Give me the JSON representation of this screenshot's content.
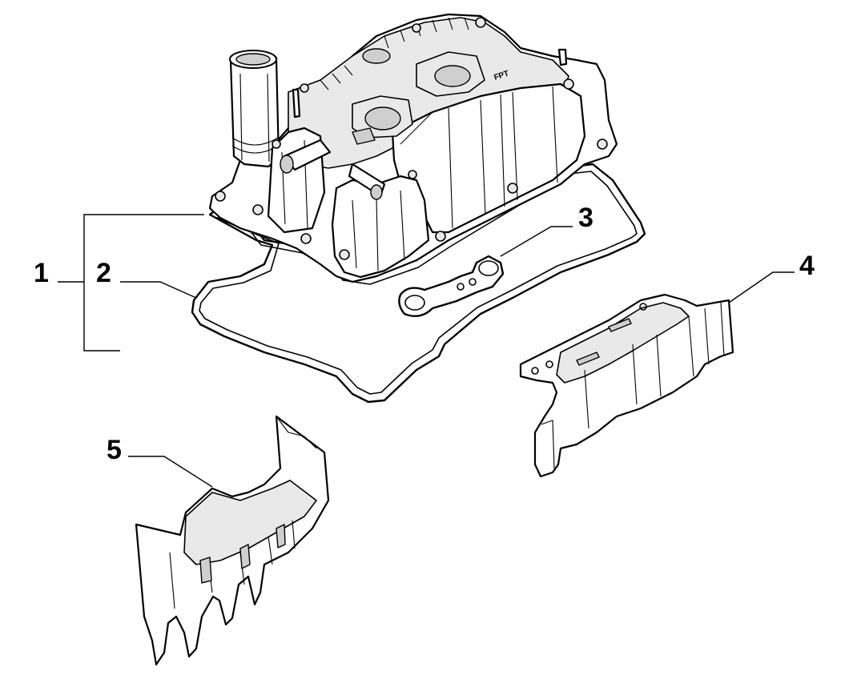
{
  "diagram": {
    "callouts": [
      {
        "id": "1",
        "label": "1"
      },
      {
        "id": "2",
        "label": "2"
      },
      {
        "id": "3",
        "label": "3"
      },
      {
        "id": "4",
        "label": "4"
      },
      {
        "id": "5",
        "label": "5"
      }
    ],
    "cover_logo_text": "FPT"
  }
}
